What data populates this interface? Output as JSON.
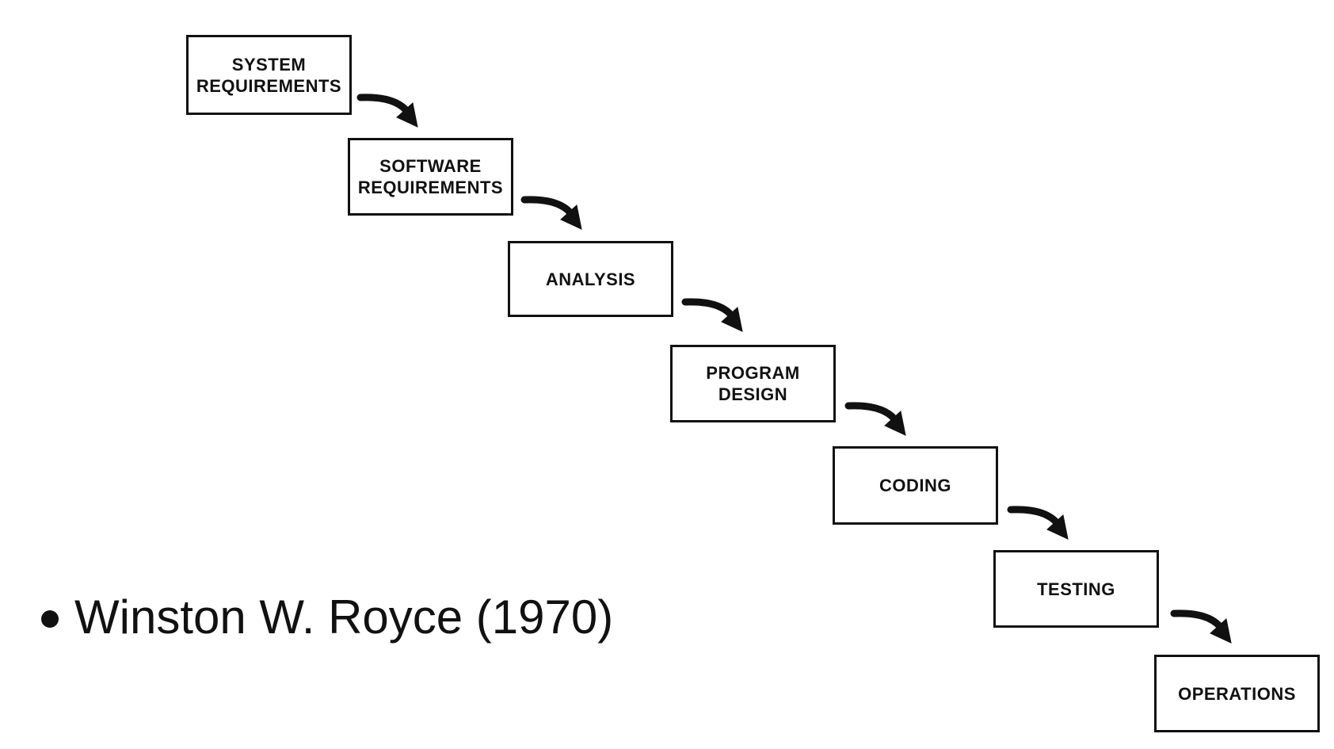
{
  "steps": [
    {
      "label": "SYSTEM\nREQUIREMENTS"
    },
    {
      "label": "SOFTWARE\nREQUIREMENTS"
    },
    {
      "label": "ANALYSIS"
    },
    {
      "label": "PROGRAM\nDESIGN"
    },
    {
      "label": "CODING"
    },
    {
      "label": "TESTING"
    },
    {
      "label": "OPERATIONS"
    }
  ],
  "caption": {
    "text": "Winston W. Royce (1970)"
  }
}
